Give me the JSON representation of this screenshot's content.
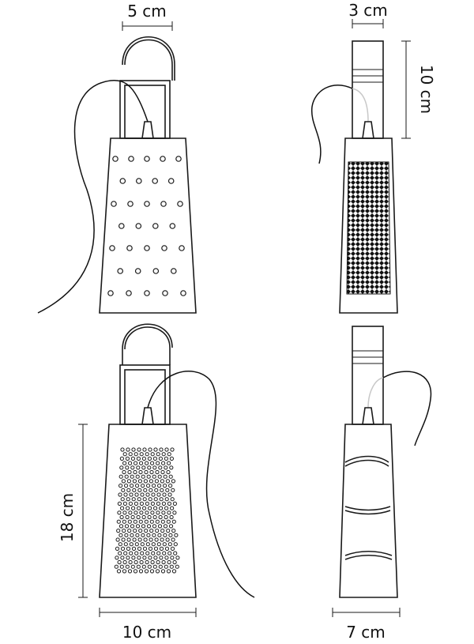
{
  "labels": {
    "top_left_width": "5 cm",
    "top_right_width": "3 cm",
    "top_right_height": "10 cm",
    "bottom_left_height": "18 cm",
    "bottom_left_width": "10 cm",
    "bottom_right_width": "7 cm"
  },
  "colors": {
    "stroke": "#1a1a1a",
    "cord_light": "#c8c8c8",
    "background": "#ffffff"
  }
}
